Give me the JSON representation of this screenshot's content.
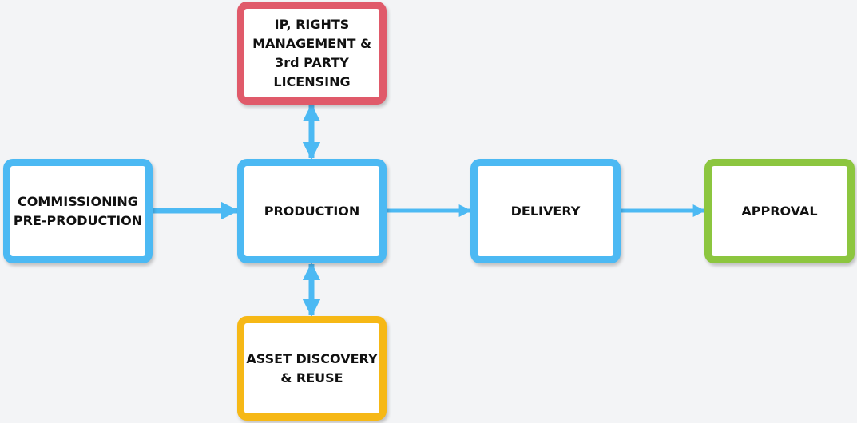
{
  "colors": {
    "background": "#f3f4f6",
    "blue": "#4cb9f3",
    "red": "#e05a6a",
    "yellow": "#f6b816",
    "green": "#8cc63f",
    "connector": "#4cb9f3"
  },
  "nodes": {
    "commissioning": {
      "label": "COMMISSIONING\nPRE-PRODUCTION",
      "color": "blue"
    },
    "production": {
      "label": "PRODUCTION",
      "color": "blue"
    },
    "delivery": {
      "label": "DELIVERY",
      "color": "blue"
    },
    "approval": {
      "label": "APPROVAL",
      "color": "green"
    },
    "rights": {
      "label": "IP, RIGHTS\nMANAGEMENT &\n3rd PARTY\nLICENSING",
      "color": "red"
    },
    "asset": {
      "label": "ASSET DISCOVERY\n& REUSE",
      "color": "yellow"
    }
  },
  "edges": [
    {
      "from": "commissioning",
      "to": "production",
      "direction": "forward"
    },
    {
      "from": "production",
      "to": "delivery",
      "direction": "forward"
    },
    {
      "from": "delivery",
      "to": "approval",
      "direction": "forward"
    },
    {
      "from": "production",
      "to": "rights",
      "direction": "both"
    },
    {
      "from": "production",
      "to": "asset",
      "direction": "both"
    }
  ]
}
